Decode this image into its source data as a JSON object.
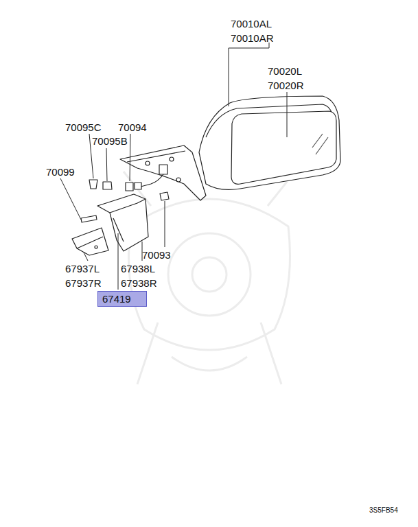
{
  "diagram": {
    "nodes": [
      {
        "text": [
          "67419"
        ]
      }
    ],
    "labels": [
      "70010AL",
      "70010AR",
      "70020L",
      "70020R",
      "70095C",
      "70094",
      "70095B",
      "70099",
      "70093",
      "67937L",
      "67937R",
      "67938L",
      "67938R",
      "3S5FB54"
    ]
  }
}
